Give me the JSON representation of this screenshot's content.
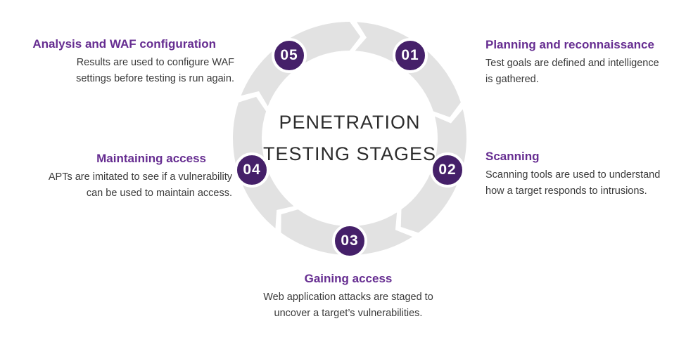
{
  "diagram": {
    "title_line1": "PENETRATION",
    "title_line2": "TESTING STAGES",
    "colors": {
      "heading_purple": "#662D91",
      "badge_purple": "#452069",
      "ring_gray": "#E2E2E2",
      "body_text": "#3A3A3A",
      "title_text": "#2D2D2D"
    },
    "stages": [
      {
        "number": "01",
        "title": "Planning and reconnaissance",
        "lines": [
          "Test goals are defined and intelligence",
          "is gathered."
        ]
      },
      {
        "number": "02",
        "title": "Scanning",
        "lines": [
          "Scanning tools are used to understand",
          "how a target responds to intrusions."
        ]
      },
      {
        "number": "03",
        "title": "Gaining access",
        "lines": [
          "Web application attacks are staged to",
          "uncover a target’s vulnerabilities."
        ]
      },
      {
        "number": "04",
        "title": "Maintaining access",
        "lines": [
          "APTs are imitated to see if a vulnerability",
          "can be used to maintain access."
        ]
      },
      {
        "number": "05",
        "title": "Analysis and WAF configuration",
        "lines": [
          "Results are used to configure WAF",
          "settings before testing is run again."
        ]
      }
    ]
  }
}
